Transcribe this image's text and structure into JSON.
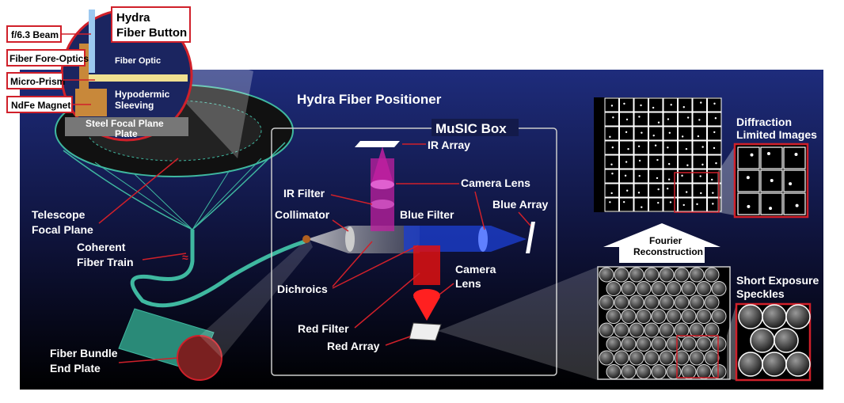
{
  "title": "Hydra Fiber Positioner",
  "music_box": "MuSIC Box",
  "inset": {
    "button_title_1": "Hydra",
    "button_title_2": "Fiber Button",
    "beam": "f/6.3 Beam",
    "fore_optics": "Fiber Fore-Optics",
    "micro_prism": "Micro-Prism",
    "magnet": "NdFe Magnet",
    "fiber_optic": "Fiber Optic",
    "hypodermic_1": "Hypodermic",
    "hypodermic_2": "Sleeving",
    "plate_1": "Steel Focal Plane",
    "plate_2": "Plate"
  },
  "left": {
    "focal_plane_1": "Telescope",
    "focal_plane_2": "Focal Plane",
    "fiber_train_1": "Coherent",
    "fiber_train_2": "Fiber Train",
    "bundle_1": "Fiber Bundle",
    "bundle_2": "End Plate"
  },
  "optics": {
    "ir_array": "IR Array",
    "ir_filter": "IR Filter",
    "collimator": "Collimator",
    "camera_lens_top": "Camera Lens",
    "blue_filter": "Blue Filter",
    "blue_array": "Blue Array",
    "dichroics": "Dichroics",
    "camera_lens_bottom_1": "Camera",
    "camera_lens_bottom_2": "Lens",
    "red_filter": "Red Filter",
    "red_array": "Red Array"
  },
  "right": {
    "diffraction_1": "Diffraction",
    "diffraction_2": "Limited Images",
    "fourier_1": "Fourier",
    "fourier_2": "Reconstruction",
    "speckles_1": "Short Exposure",
    "speckles_2": "Speckles"
  },
  "colors": {
    "panel_top": "#1e2c7c",
    "panel_bottom": "#000000",
    "accent": "#d0202a",
    "fiber": "#3fb8a0"
  }
}
